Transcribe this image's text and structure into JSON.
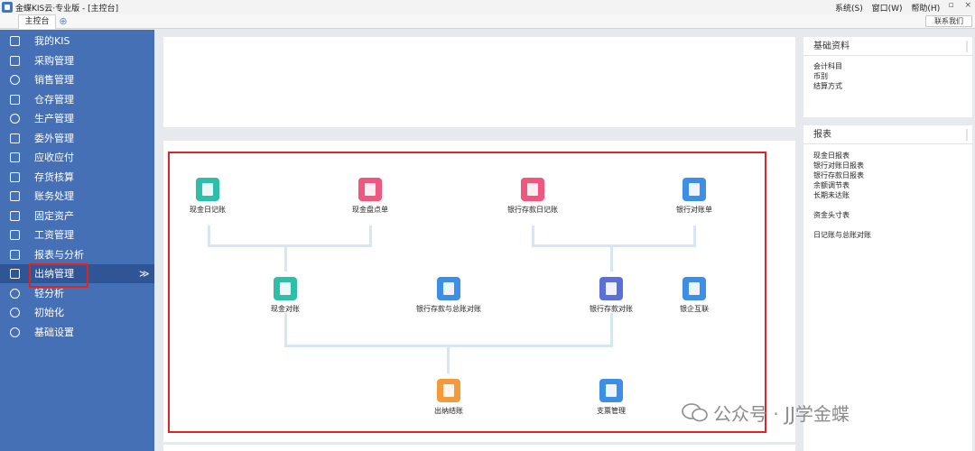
{
  "window": {
    "title": "金蝶KIS云·专业版 - [主控台]",
    "menus": [
      "系统(S)",
      "窗口(W)",
      "帮助(H)"
    ]
  },
  "tabs": {
    "active": "主控台",
    "contact": "联系我们"
  },
  "sidebar": {
    "items": [
      {
        "label": "我的KIS",
        "icon": "monitor-icon"
      },
      {
        "label": "采购管理",
        "icon": "purchase-icon"
      },
      {
        "label": "销售管理",
        "icon": "sales-icon"
      },
      {
        "label": "仓存管理",
        "icon": "warehouse-icon"
      },
      {
        "label": "生产管理",
        "icon": "production-icon"
      },
      {
        "label": "委外管理",
        "icon": "outsource-icon"
      },
      {
        "label": "应收应付",
        "icon": "receivable-icon"
      },
      {
        "label": "存货核算",
        "icon": "inventory-icon"
      },
      {
        "label": "账务处理",
        "icon": "accounting-icon"
      },
      {
        "label": "固定资产",
        "icon": "assets-icon"
      },
      {
        "label": "工资管理",
        "icon": "payroll-icon"
      },
      {
        "label": "报表与分析",
        "icon": "report-icon"
      },
      {
        "label": "出纳管理",
        "icon": "cashier-icon"
      },
      {
        "label": "轻分析",
        "icon": "analysis-icon"
      },
      {
        "label": "初始化",
        "icon": "init-icon"
      },
      {
        "label": "基础设置",
        "icon": "settings-icon"
      }
    ],
    "active_index": 12,
    "expand_glyph": "≫"
  },
  "basic": {
    "title": "基础资料",
    "links": [
      "会计科目",
      "币别",
      "结算方式"
    ]
  },
  "reports": {
    "title": "报表",
    "links": [
      "现金日报表",
      "银行对账日报表",
      "银行存款日报表",
      "余额调节表",
      "长期未达账",
      "资金头寸表",
      "日记账与总账对账"
    ]
  },
  "flow": {
    "nodes": [
      {
        "label": "现金日记账",
        "icon": "cash-journal-icon",
        "color": "#2fbfa8"
      },
      {
        "label": "现金盘点单",
        "icon": "cash-count-icon",
        "color": "#f0577f"
      },
      {
        "label": "银行存款日记账",
        "icon": "bank-journal-icon",
        "color": "#f0577f"
      },
      {
        "label": "银行对账单",
        "icon": "bank-statement-icon",
        "color": "#3d8ee6"
      },
      {
        "label": "现金对账",
        "icon": "cash-reconcile-icon",
        "color": "#2fbfa8"
      },
      {
        "label": "银行存款与总账对账",
        "icon": "bank-ledger-icon",
        "color": "#3d8ee6"
      },
      {
        "label": "银行存款对账",
        "icon": "bank-reconcile-icon",
        "color": "#5b6fd8"
      },
      {
        "label": "银企互联",
        "icon": "bank-link-icon",
        "color": "#3d8ee6"
      },
      {
        "label": "出纳结账",
        "icon": "cashier-close-icon",
        "color": "#f39a3c"
      },
      {
        "label": "支票管理",
        "icon": "check-manage-icon",
        "color": "#3d8ee6"
      }
    ]
  },
  "watermark": "公众号 · JJ学金蝶"
}
